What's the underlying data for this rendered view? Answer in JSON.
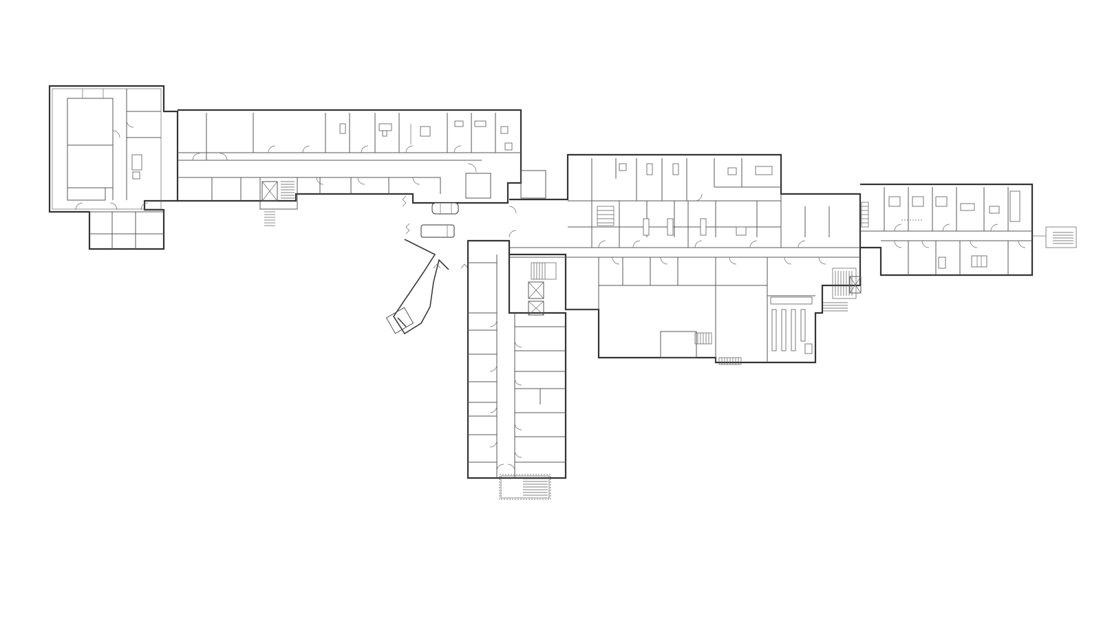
{
  "diagram": {
    "type": "architectural-floor-plan",
    "background_color": "#ffffff",
    "line_color": "#3a3a3a",
    "wings": [
      "west-wing",
      "north-corridor-wing",
      "south-wing",
      "central-wing",
      "east-wing"
    ],
    "symbols": [
      "door-swing",
      "stairs",
      "elevator",
      "desk-furniture",
      "conference-table",
      "car",
      "van",
      "shelving",
      "entrance-ramp"
    ]
  }
}
